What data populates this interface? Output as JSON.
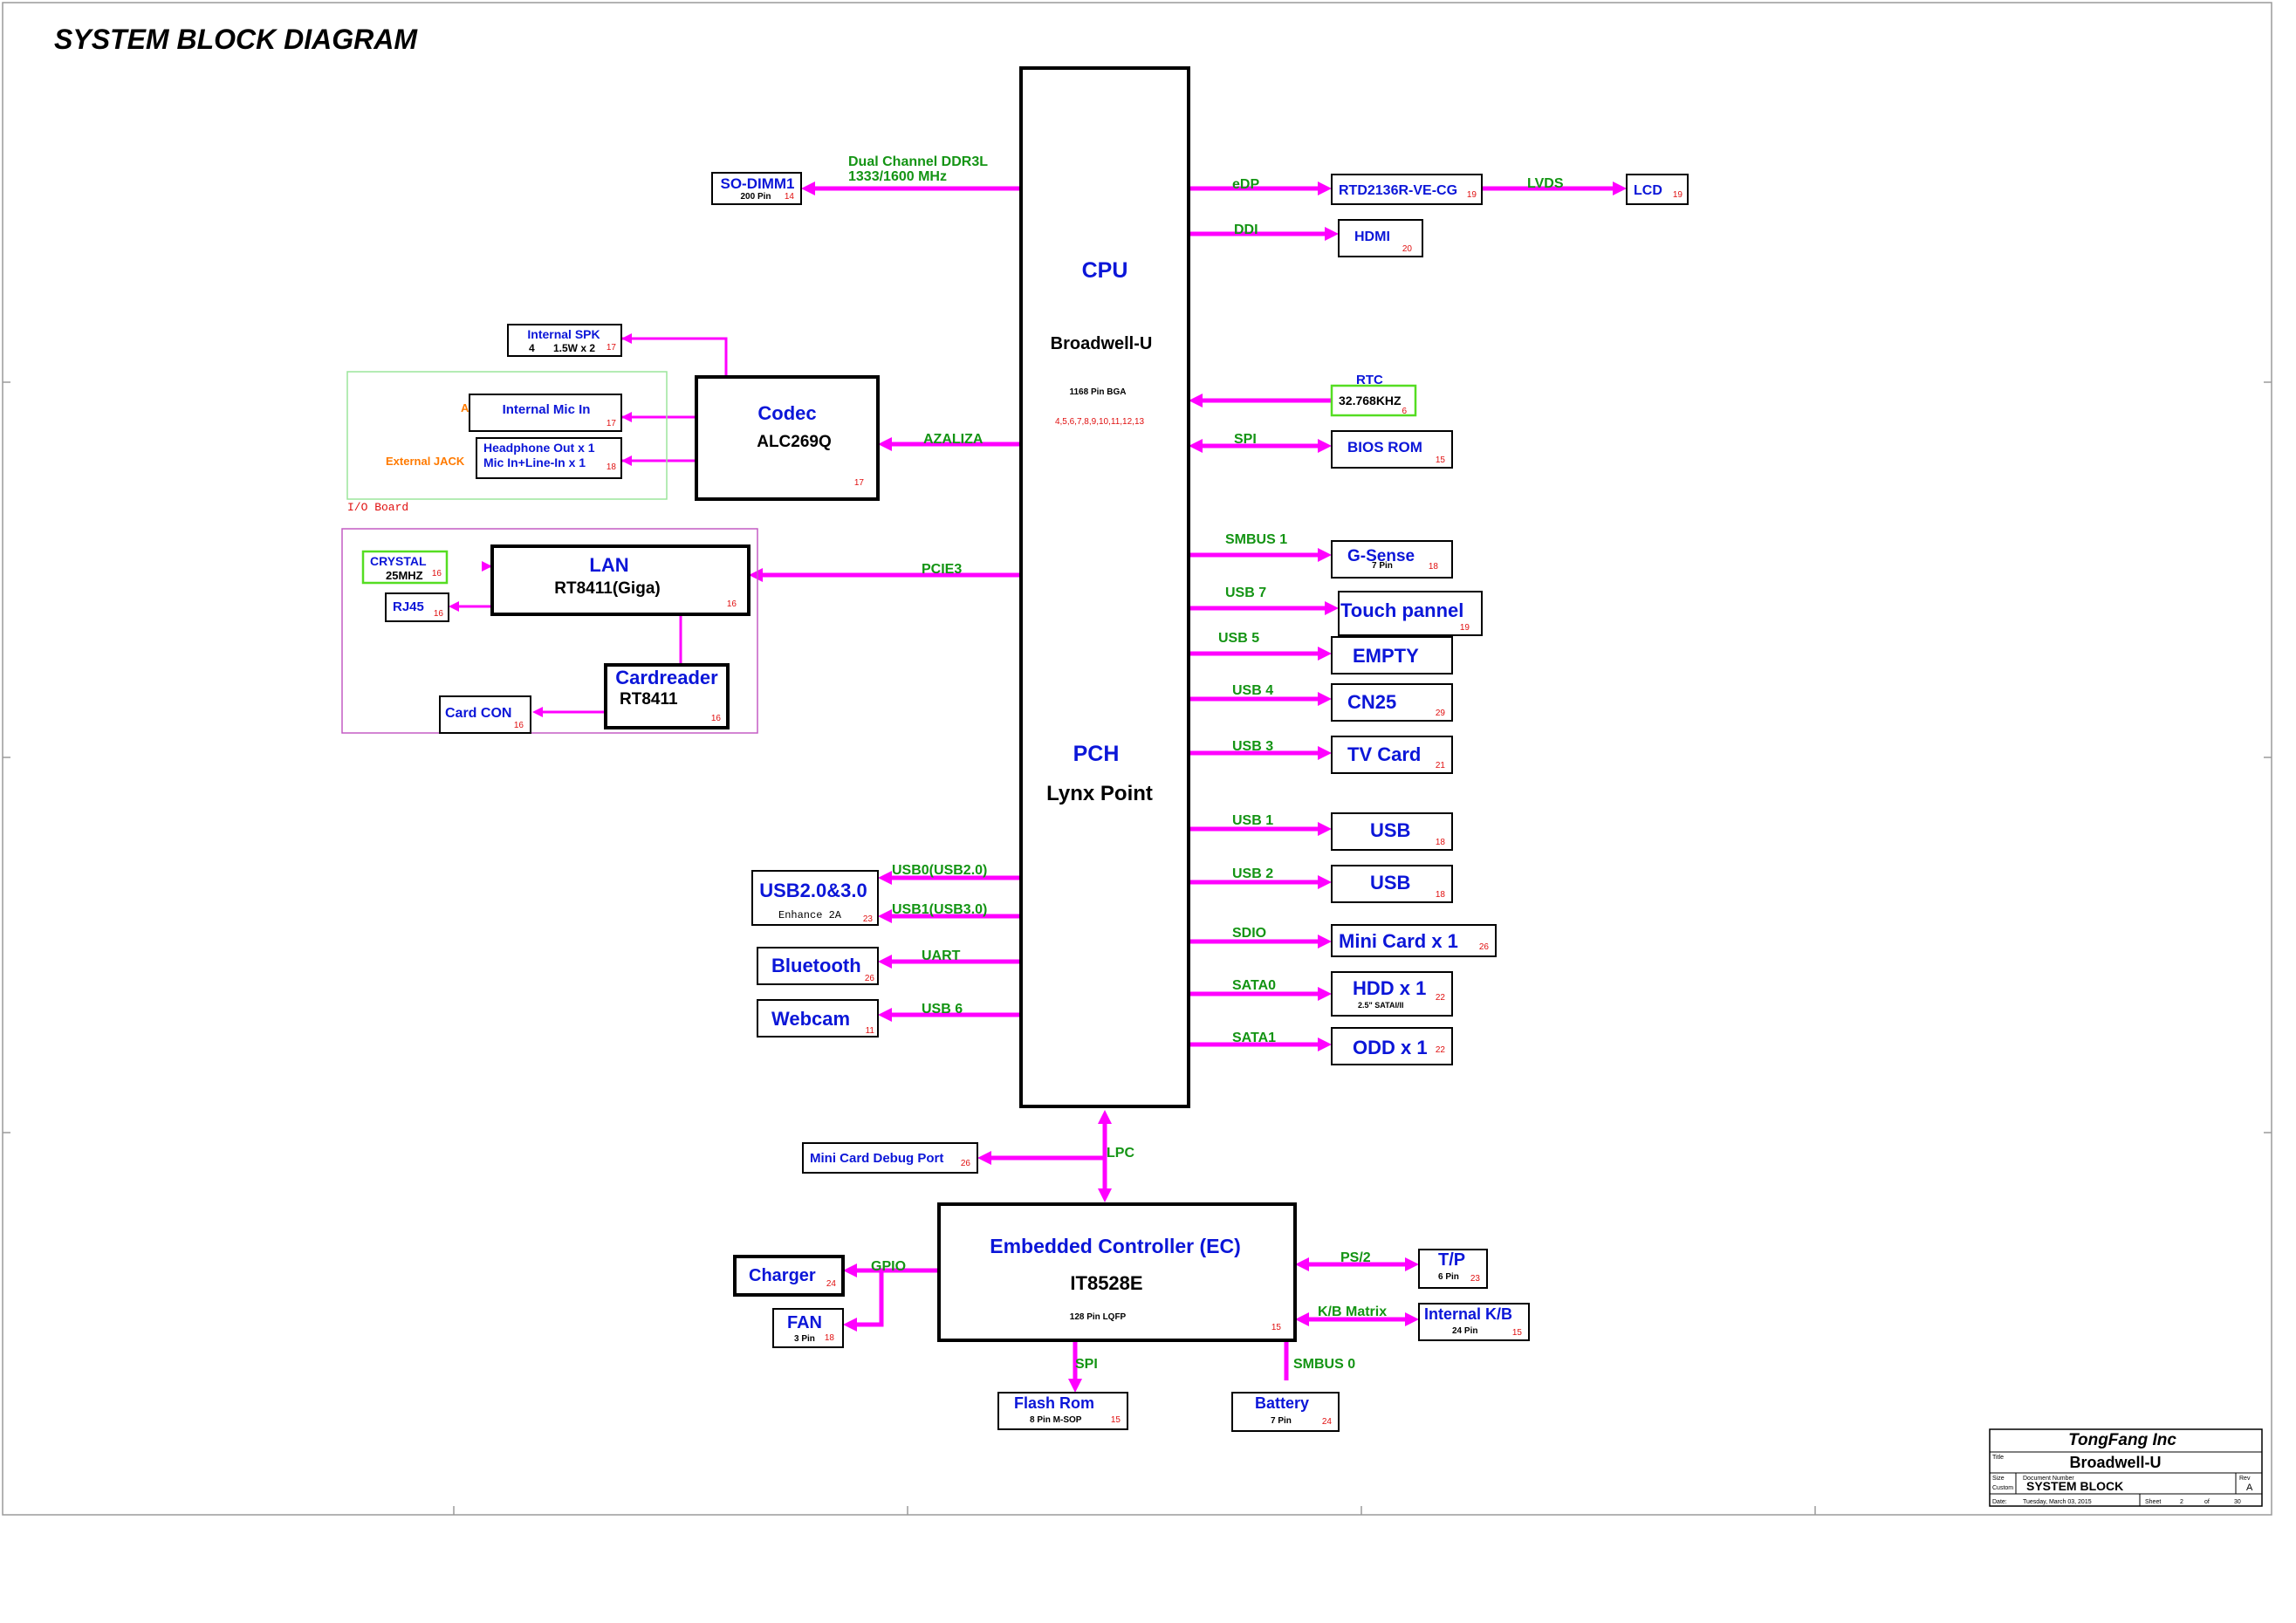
{
  "title": "SYSTEM BLOCK DIAGRAM",
  "cpu": {
    "label": "CPU",
    "name": "Broadwell-U",
    "package": "1168 Pin BGA",
    "pages": "4,5,6,7,8,9,10,11,12,13",
    "pch_label": "PCH",
    "pch_name": "Lynx Point"
  },
  "memory": {
    "bus": "Dual Channel DDR3L",
    "speed": "1333/1600 MHz",
    "name": "SO-DIMM1",
    "pins": "200 Pin",
    "page": "14"
  },
  "display": {
    "edp_label": "eDP",
    "rtd": {
      "name": "RTD2136R-VE-CG",
      "page": "19"
    },
    "lvds_label": "LVDS",
    "lcd": {
      "name": "LCD",
      "page": "19"
    },
    "ddi_label": "DDI",
    "hdmi": {
      "name": "HDMI",
      "page": "20"
    }
  },
  "rtc": {
    "label": "RTC",
    "name": "32.768KHZ",
    "page": "6"
  },
  "bios": {
    "bus": "SPI",
    "name": "BIOS ROM",
    "page": "15"
  },
  "audio": {
    "bus": "AZALIZA",
    "codec_label": "Codec",
    "codec_name": "ALC269Q",
    "codec_page": "17",
    "spk_name": "Internal SPK",
    "spk_count": "4",
    "spk_spec": "1.5W x 2",
    "spk_page": "17",
    "amic_label": "AMic",
    "mic_name": "Internal Mic In",
    "mic_page": "17",
    "jack_label": "External JACK",
    "hp_line1": "Headphone Out x 1",
    "hp_line2": "Mic In+Line-In x 1",
    "hp_page": "18",
    "board_label": "I/O Board"
  },
  "lan": {
    "bus": "PCIE3",
    "label": "LAN",
    "name": "RT8411(Giga)",
    "page": "16",
    "crystal_name": "CRYSTAL",
    "crystal_freq": "25MHZ",
    "crystal_page": "16",
    "rj45_name": "RJ45",
    "rj45_page": "16",
    "cr_label": "Cardreader",
    "cr_name": "RT8411",
    "cr_page": "16",
    "cardcon_name": "Card CON",
    "cardcon_page": "16"
  },
  "left_usb": {
    "bus0": "USB0(USB2.0)",
    "bus1": "USB1(USB3.0)",
    "name": "USB2.0&3.0",
    "sub": "Enhance 2A",
    "page": "23",
    "uart_label": "UART",
    "bt_name": "Bluetooth",
    "bt_page": "26",
    "usb6_label": "USB 6",
    "webcam_name": "Webcam",
    "webcam_page": "11"
  },
  "right_ports": [
    {
      "bus": "SMBUS 1",
      "name": "G-Sense",
      "sub": "7 Pin",
      "page": "18"
    },
    {
      "bus": "USB 7",
      "name": "Touch pannel",
      "sub": "",
      "page": "19"
    },
    {
      "bus": "USB 5",
      "name": "EMPTY",
      "sub": "",
      "page": ""
    },
    {
      "bus": "USB 4",
      "name": "CN25",
      "sub": "",
      "page": "29"
    },
    {
      "bus": "USB 3",
      "name": "TV Card",
      "sub": "",
      "page": "21"
    },
    {
      "bus": "USB 1",
      "name": "USB",
      "sub": "",
      "page": "18"
    },
    {
      "bus": "USB 2",
      "name": "USB",
      "sub": "",
      "page": "18"
    },
    {
      "bus": "SDIO",
      "name": "Mini Card x 1",
      "sub": "",
      "page": "26"
    },
    {
      "bus": "SATA0",
      "name": "HDD x 1",
      "sub": "2.5\" SATAI/II",
      "page": "22"
    },
    {
      "bus": "SATA1",
      "name": "ODD x 1",
      "sub": "",
      "page": "22"
    }
  ],
  "ec": {
    "lpc_label": "LPC",
    "debug_name": "Mini Card Debug Port",
    "debug_page": "26",
    "label": "Embedded Controller (EC)",
    "name": "IT8528E",
    "package": "128 Pin LQFP",
    "page": "15",
    "gpio_label": "GPIO",
    "charger_name": "Charger",
    "charger_page": "24",
    "fan_name": "FAN",
    "fan_sub": "3 Pin",
    "fan_page": "18",
    "ps2_label": "PS/2",
    "tp_name": "T/P",
    "tp_sub": "6 Pin",
    "tp_page": "23",
    "kb_label": "K/B Matrix",
    "kb_name": "Internal K/B",
    "kb_sub": "24 Pin",
    "kb_page": "15",
    "spi_label": "SPI",
    "flash_name": "Flash Rom",
    "flash_sub": "8 Pin M-SOP",
    "flash_page": "15",
    "smbus0_label": "SMBUS 0",
    "battery_name": "Battery",
    "battery_sub": "7 Pin",
    "battery_page": "24"
  },
  "title_block": {
    "company": "TongFang Inc",
    "title_caption": "Title",
    "title": "Broadwell-U",
    "size_caption": "Size",
    "size": "Custom",
    "docnum_caption": "Document Number",
    "docnum": "SYSTEM BLOCK",
    "rev_caption": "Rev",
    "rev": "A",
    "date_caption": "Date:",
    "date": "Tuesday, March 03, 2015",
    "sheet_caption": "Sheet",
    "sheet": "2",
    "of_caption": "of",
    "total": "30"
  }
}
